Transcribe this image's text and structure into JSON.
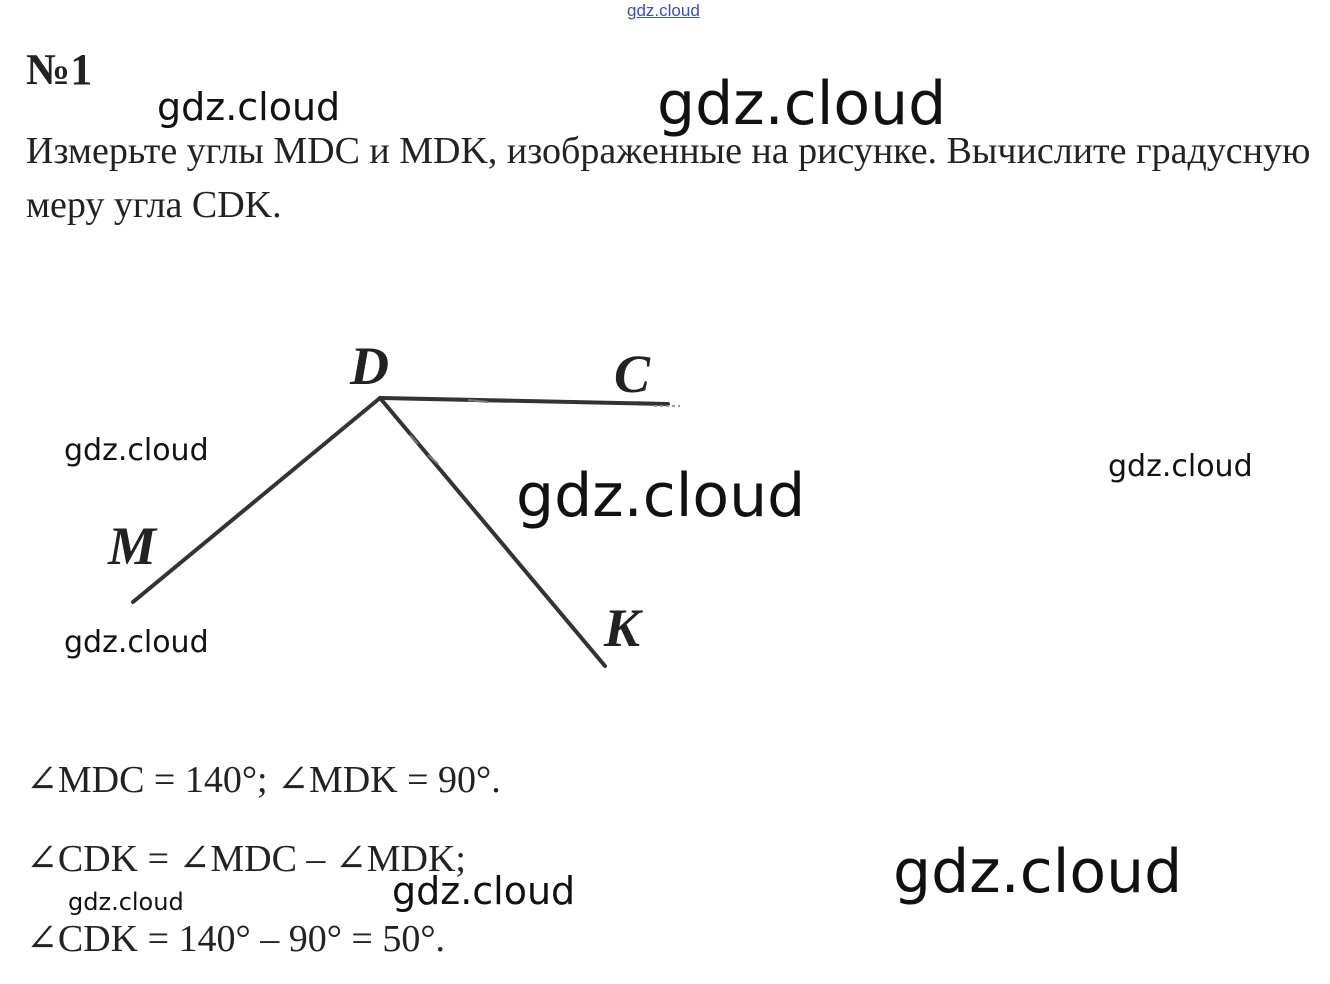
{
  "header": {
    "site_link": "gdz.cloud"
  },
  "problem": {
    "number": "№1",
    "text": "Измерьте углы MDC и MDK, изображенные на рисунке. Вычислите градусную меру угла CDK."
  },
  "figure": {
    "labels": {
      "D": "D",
      "C": "C",
      "M": "M",
      "K": "K"
    }
  },
  "solution": {
    "line1": "∠MDC = 140°; ∠MDK = 90°.",
    "line2": "∠CDK = ∠MDC – ∠MDK;",
    "line3": "∠CDK = 140° – 90° = 50°."
  },
  "watermarks": [
    "gdz.cloud",
    "gdz.cloud",
    "gdz.cloud",
    "gdz.cloud",
    "gdz.cloud",
    "gdz.cloud",
    "gdz.cloud",
    "gdz.cloud",
    "gdz.cloud"
  ]
}
